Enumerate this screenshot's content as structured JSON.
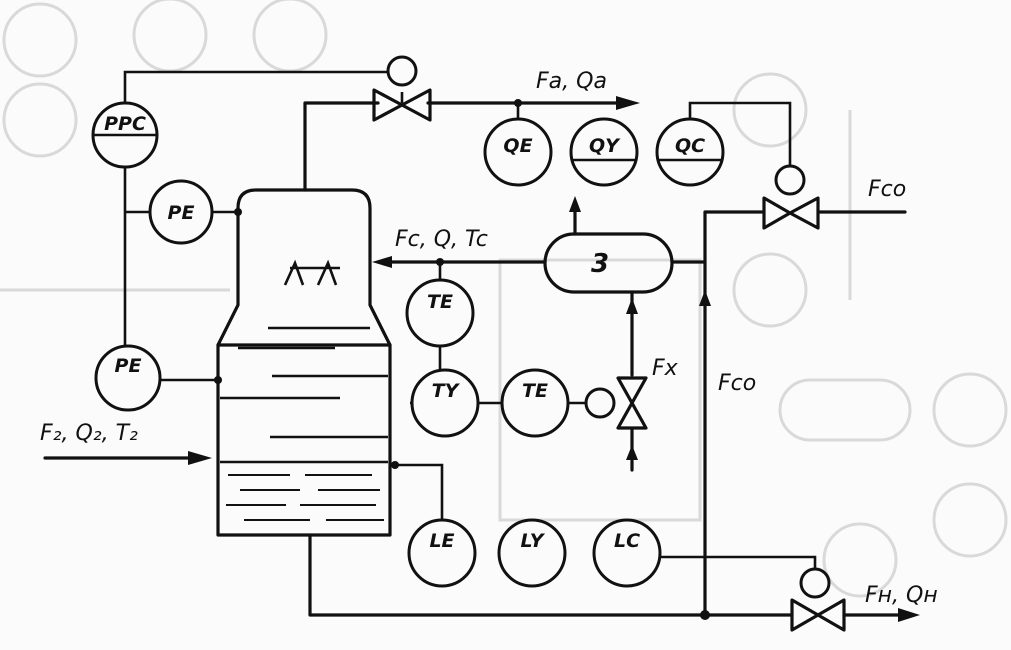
{
  "instruments": {
    "ppc": "PPC",
    "pe_top": "PE",
    "pe_bottom": "PE",
    "qe": "QE",
    "qy": "QY",
    "qc": "QC",
    "te_top": "TE",
    "ty": "TY",
    "te_mid": "TE",
    "le": "LE",
    "ly": "LY",
    "lc": "LC"
  },
  "streams": {
    "overhead": "Fa, Qa",
    "reflux": "Fc, Q, Tc",
    "feed": "F₂, Q₂, T₂",
    "coolant_in": "Fco",
    "coolant_line": "Fco",
    "fx": "Fx",
    "bottoms": "Fн, Qн"
  },
  "exchanger": {
    "label": "3"
  }
}
